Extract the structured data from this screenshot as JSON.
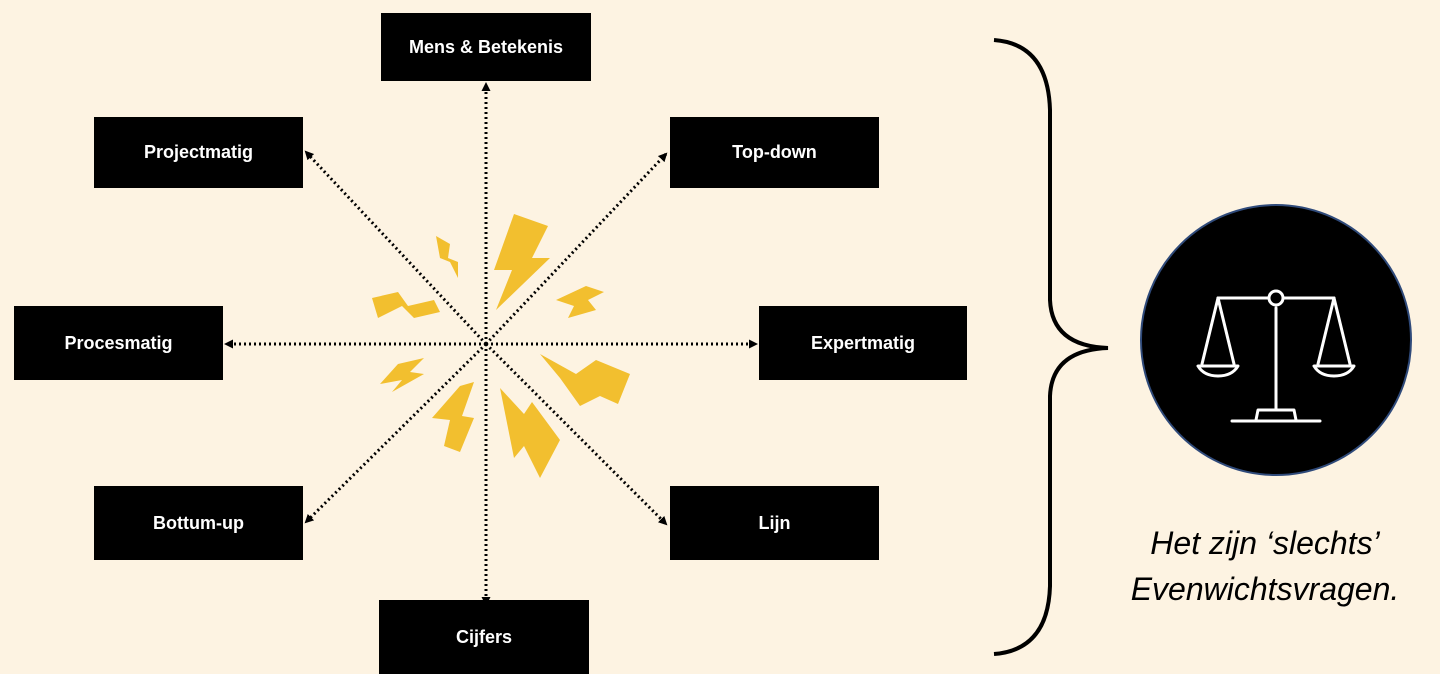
{
  "diagram": {
    "nodes": {
      "top": "Mens & Betekenis",
      "top_left": "Projectmatig",
      "top_right": "Top-down",
      "left": "Procesmatig",
      "right": "Expertmatig",
      "bottom_left": "Bottum-up",
      "bottom_right": "Lijn",
      "bottom": "Cijfers"
    },
    "caption": {
      "line1": "Het zijn ‘slechts’",
      "line2": "Evenwichtsvragen."
    },
    "icons": {
      "center": "lightning-bolts-icon",
      "balance": "balance-scale-icon"
    },
    "colors": {
      "background": "#fdf3e2",
      "box": "#000000",
      "box_text": "#ffffff",
      "lightning": "#f2bf2f",
      "scale_circle": "#000000",
      "scale_circle_border": "#2f4a7a"
    }
  }
}
